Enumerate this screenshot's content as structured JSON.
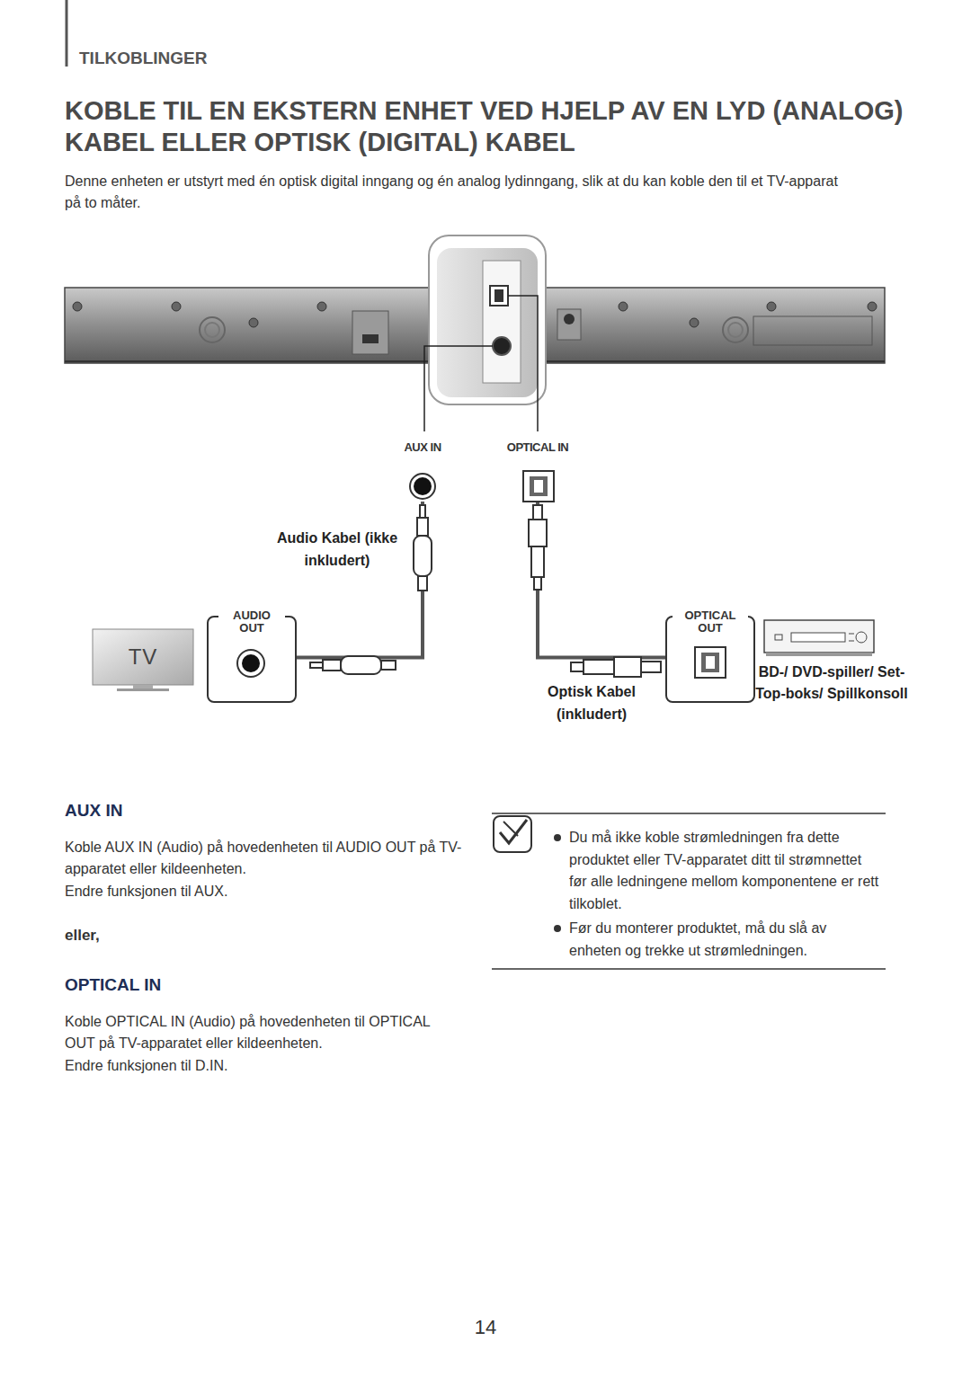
{
  "diagram": {
    "title": "KOBLE TIL EN EKSTERN ENHET VED HJELP AV EN LYD (ANALOG) KABEL ELLER OPTISK (DIGITAL) KABEL",
    "nodes": [
      {
        "text": [
          "TV"
        ]
      },
      {
        "text": [
          "AUDIO OUT"
        ]
      },
      {
        "text": [
          "OPTICAL OUT"
        ]
      },
      {
        "text": [
          "BD-/ DVD-spiller/ Set-Top-boks/ Spillkonsoll"
        ]
      },
      {
        "text": [
          "AUX IN"
        ]
      },
      {
        "text": [
          "OPTICAL IN"
        ]
      }
    ],
    "edges": [
      {
        "from": 1,
        "to": 4,
        "arrow": "none",
        "label": "Audio Kabel (ikke inkludert)"
      },
      {
        "from": 2,
        "to": 5,
        "arrow": "none",
        "label": "Optisk Kabel (inkludert)"
      }
    ],
    "labels": [
      "TILKOBLINGER",
      "Denne enheten er utstyrt med én optisk digital inngang og én analog lydinngang, slik at du kan koble den til et TV-apparat på to måter.",
      "AUX IN",
      "Koble AUX IN (Audio) på hovedenheten til AUDIO OUT på TV-apparatet eller kildeenheten.",
      "Endre funksjonen til AUX.",
      "eller,",
      "OPTICAL IN",
      "Koble OPTICAL IN (Audio) på hovedenheten til OPTICAL OUT på TV-apparatet eller kildeenheten.",
      "Endre funksjonen til D.IN.",
      "Du må ikke koble strømledningen fra dette produktet eller TV-apparatet ditt til strømnettet før alle ledningene mellom komponentene er rett tilkoblet.",
      "Før du monterer produktet, må du slå av enheten og trekke ut strømledningen.",
      "14"
    ]
  }
}
